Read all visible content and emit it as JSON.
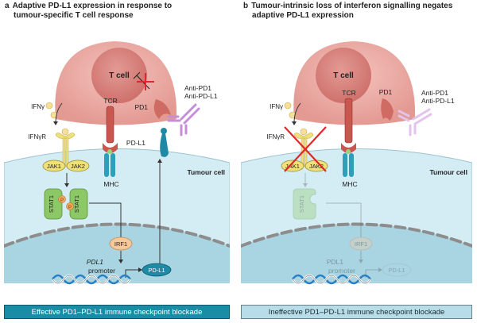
{
  "panels": [
    {
      "letter": "a",
      "title_line1": "Adaptive PD-L1 expression in response to",
      "title_line2": "tumour-specific T cell response",
      "labels": {
        "t_cell": "T cell",
        "tcr": "TCR",
        "pd1": "PD1",
        "anti_pd1": "Anti-PD1",
        "anti_pdl1": "Anti-PD-L1",
        "ifng": "IFNγ",
        "ifngr": "IFNγR",
        "jak1": "JAK1",
        "jak2": "JAK2",
        "mhc": "MHC",
        "pdl1_surface": "PD-L1",
        "tumour_cell": "Tumour cell",
        "stat1": "STAT1",
        "phospho": "P",
        "irf1": "IRF1",
        "pdl1_gene": "PDL1",
        "promoter": "promoter",
        "pdl1_product": "PD-L1"
      },
      "status": "signalling intact",
      "banner": "Effective PD1–PD-L1 immune checkpoint blockade"
    },
    {
      "letter": "b",
      "title_line1": "Tumour-intrinsic loss of interferon signalling negates",
      "title_line2": "adaptive PD-L1 expression",
      "labels": {
        "t_cell": "T cell",
        "tcr": "TCR",
        "pd1": "PD1",
        "anti_pd1": "Anti-PD1",
        "anti_pdl1": "Anti-PD-L1",
        "ifng": "IFNγ",
        "ifngr": "IFNγR",
        "jak1": "JAK1",
        "jak2": "JAK2",
        "mhc": "MHC",
        "tumour_cell": "Tumour cell",
        "stat1": "STAT1",
        "irf1": "IRF1",
        "pdl1_gene": "PDL1",
        "promoter": "promoter",
        "pdl1_product": "PD-L1"
      },
      "status": "JAK1/JAK2 signalling blocked",
      "banner": "Ineffective PD1–PD-L1 immune checkpoint blockade"
    }
  ],
  "colors": {
    "tcell": "#e8a29b",
    "tcell_nucleus": "#d67e78",
    "tumour": "#d4ecf3",
    "nucleus": "#a9d5e3",
    "jak": "#f0e07a",
    "stat1": "#8cc865",
    "irf1": "#f6c89a",
    "pdl1": "#1f8aa5",
    "antibody": "#c48fd6",
    "inhibit": "#e0282a",
    "banner_effective": "#1b8ca5",
    "banner_ineffective": "#b7dde9"
  }
}
